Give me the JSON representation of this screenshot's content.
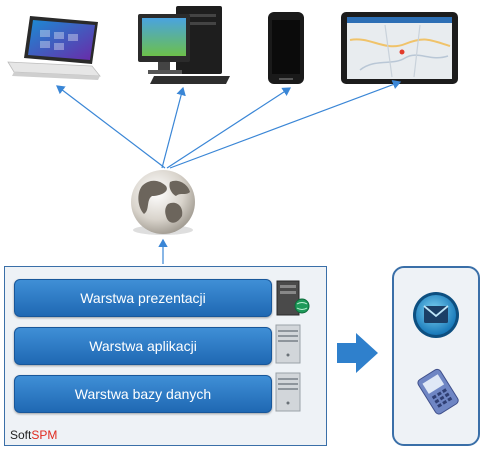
{
  "diagram": {
    "devices": [
      {
        "name": "laptop-tablet"
      },
      {
        "name": "desktop-computer"
      },
      {
        "name": "smartphone"
      },
      {
        "name": "tablet-map"
      }
    ],
    "layers": [
      {
        "label": "Warstwa prezentacji"
      },
      {
        "label": "Warstwa aplikacji"
      },
      {
        "label": "Warstwa bazy danych"
      }
    ],
    "brand": {
      "part1": "Soft",
      "part2": "SPM",
      "part2_color": "#e02a1f"
    },
    "side_icons": [
      "email-icon",
      "mobile-phone-icon"
    ],
    "colors": {
      "layer_fill": "#2f7cc9",
      "border": "#3a6fa8",
      "arrow": "#3a86d6"
    }
  }
}
